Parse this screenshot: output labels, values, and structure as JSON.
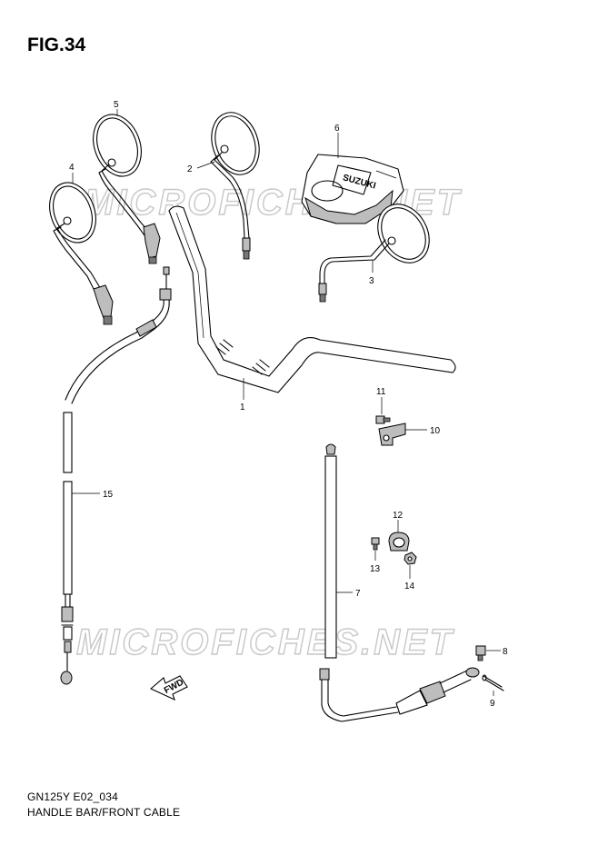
{
  "figure": {
    "title": "FIG.34",
    "model_code": "GN125Y E02_034",
    "caption": "HANDLE BAR/FRONT CABLE"
  },
  "watermark": {
    "text": "MICROFICHES.NET"
  },
  "fwd_label": "FWD",
  "switch_label": "SUZUKI",
  "callouts": {
    "p1": "1",
    "p2": "2",
    "p3": "3",
    "p4": "4",
    "p5": "5",
    "p6": "6",
    "p7": "7",
    "p8": "8",
    "p9": "9",
    "p10": "10",
    "p11": "11",
    "p12": "12",
    "p13": "13",
    "p14": "14",
    "p15": "15"
  },
  "colors": {
    "line": "#000000",
    "watermark": "#c8c8c8",
    "part_fill": "#bdbdbd"
  }
}
